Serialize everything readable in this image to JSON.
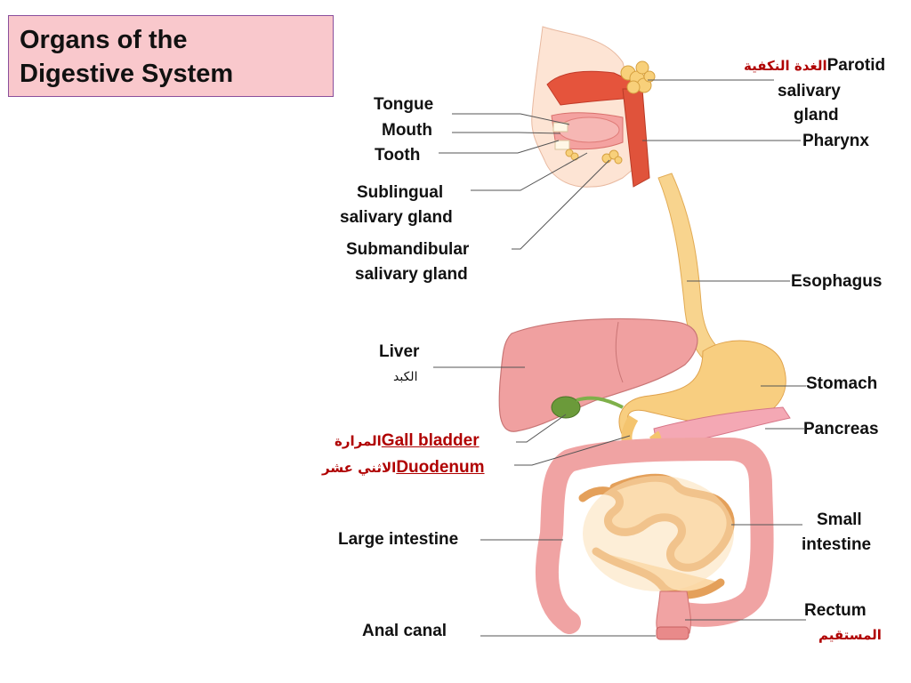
{
  "title": {
    "line1": "Organs of the",
    "line2": "Digestive System"
  },
  "labels": {
    "parotid_ar": "الغدة النكفية",
    "parotid_1": "Parotid",
    "parotid_2": "salivary",
    "parotid_3": "gland",
    "pharynx": "Pharynx",
    "tongue": "Tongue",
    "mouth": "Mouth",
    "tooth": "Tooth",
    "sublingual_1": "Sublingual",
    "sublingual_2": "salivary gland",
    "submandibular_1": "Submandibular",
    "submandibular_2": "salivary gland",
    "esophagus": "Esophagus",
    "liver": "Liver",
    "liver_ar": "الكبد",
    "stomach": "Stomach",
    "pancreas": "Pancreas",
    "gall_ar": "المرارة",
    "gall": "Gall bladder",
    "duodenum_ar": "الاثني عشر",
    "duodenum": "Duodenum",
    "small_1": "Small",
    "small_2": "intestine",
    "large": "Large intestine",
    "rectum": "Rectum",
    "rectum_ar": "المستقيم",
    "anal": "Anal canal"
  },
  "colors": {
    "title_bg": "#f9c8cc",
    "title_border": "#8a4f9c",
    "arabic_red": "#b00000",
    "leader_line": "#555555"
  }
}
